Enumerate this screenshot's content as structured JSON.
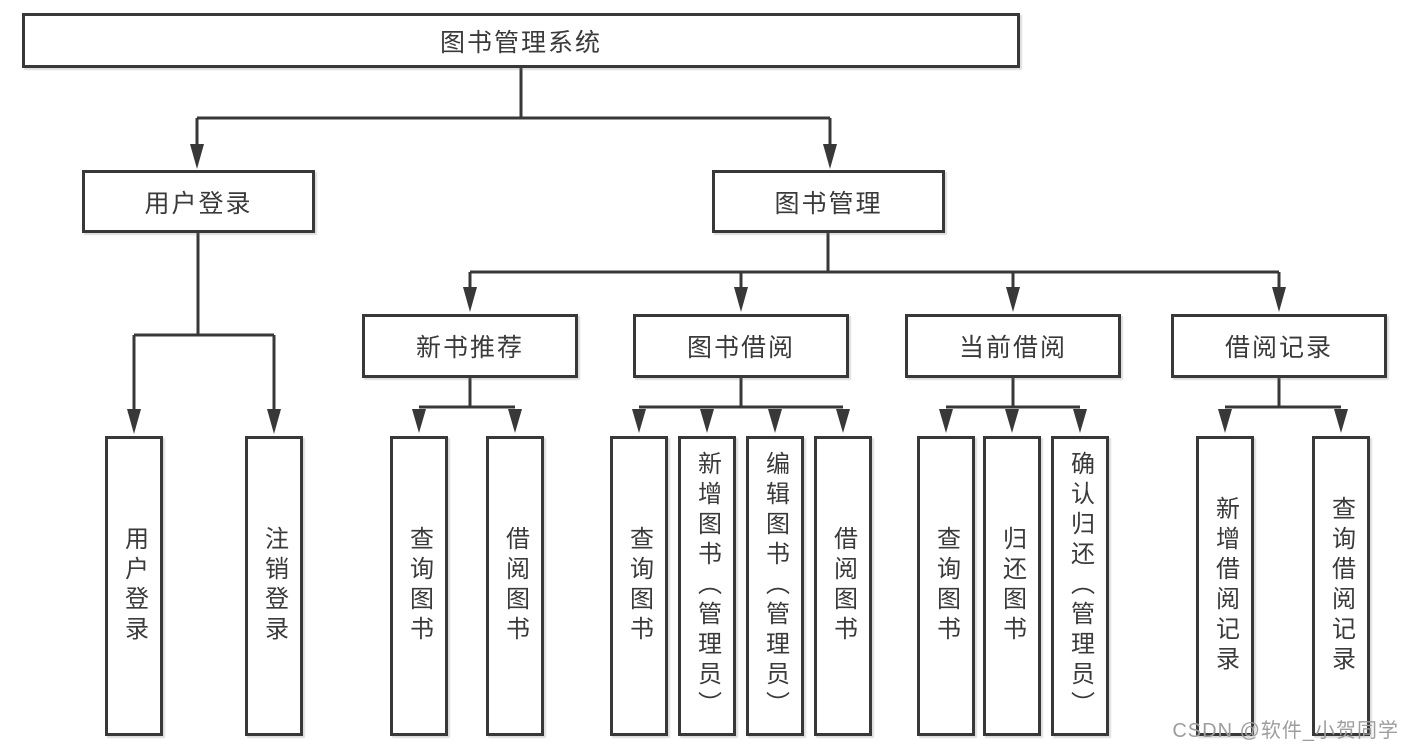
{
  "colors": {
    "line": "#383838",
    "text": "#3a3a3a",
    "background": "#ffffff",
    "watermark": "#9e9e9e"
  },
  "root": {
    "label": "图书管理系统"
  },
  "branches": [
    {
      "label": "用户登录"
    },
    {
      "label": "图书管理"
    }
  ],
  "modules": [
    {
      "label": "新书推荐"
    },
    {
      "label": "图书借阅"
    },
    {
      "label": "当前借阅"
    },
    {
      "label": "借阅记录"
    }
  ],
  "leaves": {
    "user_login": [
      "用户登录",
      "注销登录"
    ],
    "new_book_recommend": [
      "查询图书",
      "借阅图书"
    ],
    "book_borrow": [
      "查询图书",
      "新增图书（管理员）",
      "编辑图书（管理员）",
      "借阅图书"
    ],
    "current_borrow": [
      "查询图书",
      "归还图书",
      "确认归还（管理员）"
    ],
    "borrow_record": [
      "新增借阅记录",
      "查询借阅记录"
    ]
  },
  "watermark": "CSDN @软件_小贺同学"
}
